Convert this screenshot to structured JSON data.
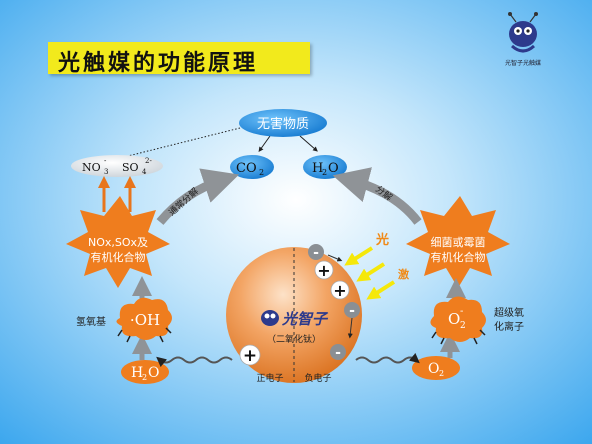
{
  "title": "光触媒的功能原理",
  "brand_caption": "光智子光触媒",
  "harmless_label": "无害物质",
  "products": {
    "nox": "NO",
    "nox_sub": "3",
    "nox_sup": "-",
    "sox": "SO",
    "sox_sub": "4",
    "sox_sup": "2-",
    "co2": "CO",
    "co2_sub": "2",
    "h2o": "H",
    "h2o_sub": "2",
    "h2o_o": "O"
  },
  "left_star": {
    "line1": "NOx,SOx及",
    "line2": "有机化合物"
  },
  "right_star": {
    "line1": "细菌或霉菌",
    "line2": "有机化合物"
  },
  "decompose_left": "通常分解",
  "decompose_right": "分解",
  "light": {
    "char1": "光",
    "char2": "激"
  },
  "oh_label": "·OH",
  "oh_name": "氢氧基",
  "o2_radical": {
    "base": "O",
    "sub": "2",
    "sup": "-"
  },
  "o2_radical_name": {
    "line1": "超级氧",
    "line2": "化离子"
  },
  "water": {
    "h": "H",
    "sub": "2",
    "o": "O"
  },
  "oxygen": {
    "o": "O",
    "sub": "2"
  },
  "sphere": {
    "logo_text": "光智子",
    "caption": "（二氧化钛）",
    "hole_label": "正电子",
    "electron_label": "负电子",
    "plus": "+",
    "minus": "-"
  },
  "colors": {
    "background": "#48aef0",
    "accent_orange": "#ef7d1e",
    "title_yellow": "#f2ea1c",
    "arrow_yellow": "#f5e80a",
    "bubble_blue": "#1d8ee0"
  }
}
